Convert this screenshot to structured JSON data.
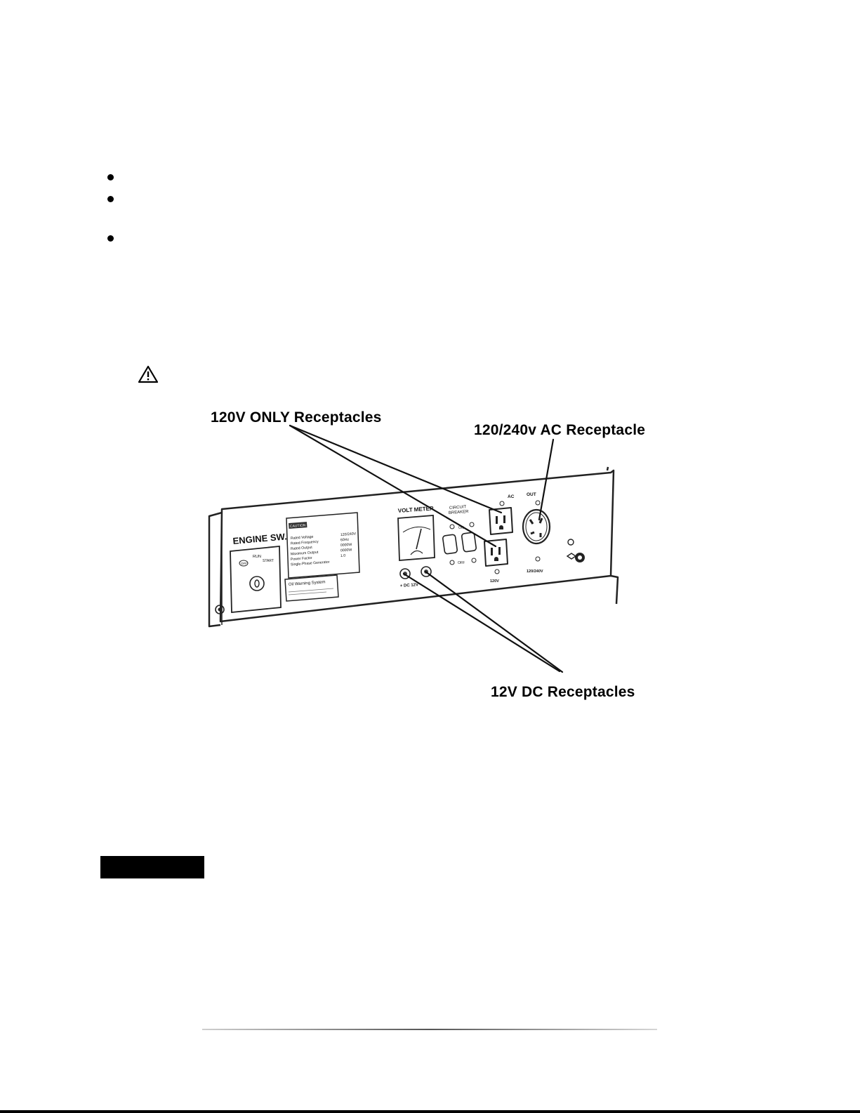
{
  "figure": {
    "callouts": {
      "receptacles_120v": "120V ONLY Receptacles",
      "receptacle_120_240v": "120/240v AC Receptacle",
      "receptacles_12v_dc": "12V DC Receptacles"
    },
    "panel": {
      "engine_switch": "ENGINE SW.",
      "run": "RUN",
      "off": "OFF",
      "start": "START",
      "volt_meter": "VOLT METER",
      "circuit_breaker_line1": "CIRCUIT",
      "circuit_breaker_line2": "BREAKER",
      "on": "ON",
      "breaker_off": "OFF",
      "ac": "AC",
      "out": "OUT",
      "label_120v": "120V",
      "label_120_240v": "120/240V",
      "dc": "+ DC 12V –",
      "plate_title": "CAUTION",
      "oil_warning": "Oil Warning System",
      "spec_rows": [
        {
          "label": "Rated Voltage",
          "value": "120/240V"
        },
        {
          "label": "Rated Frequency",
          "value": "60Hz"
        },
        {
          "label": "Rated Output",
          "value": "0000W"
        },
        {
          "label": "Maximum Output",
          "value": "0000W"
        },
        {
          "label": "Power Factor",
          "value": "1.0"
        },
        {
          "label": "Single-Phase Generator",
          "value": ""
        }
      ]
    }
  },
  "colors": {
    "ink": "#000000",
    "paper": "#ffffff",
    "panel_line": "#222222"
  }
}
